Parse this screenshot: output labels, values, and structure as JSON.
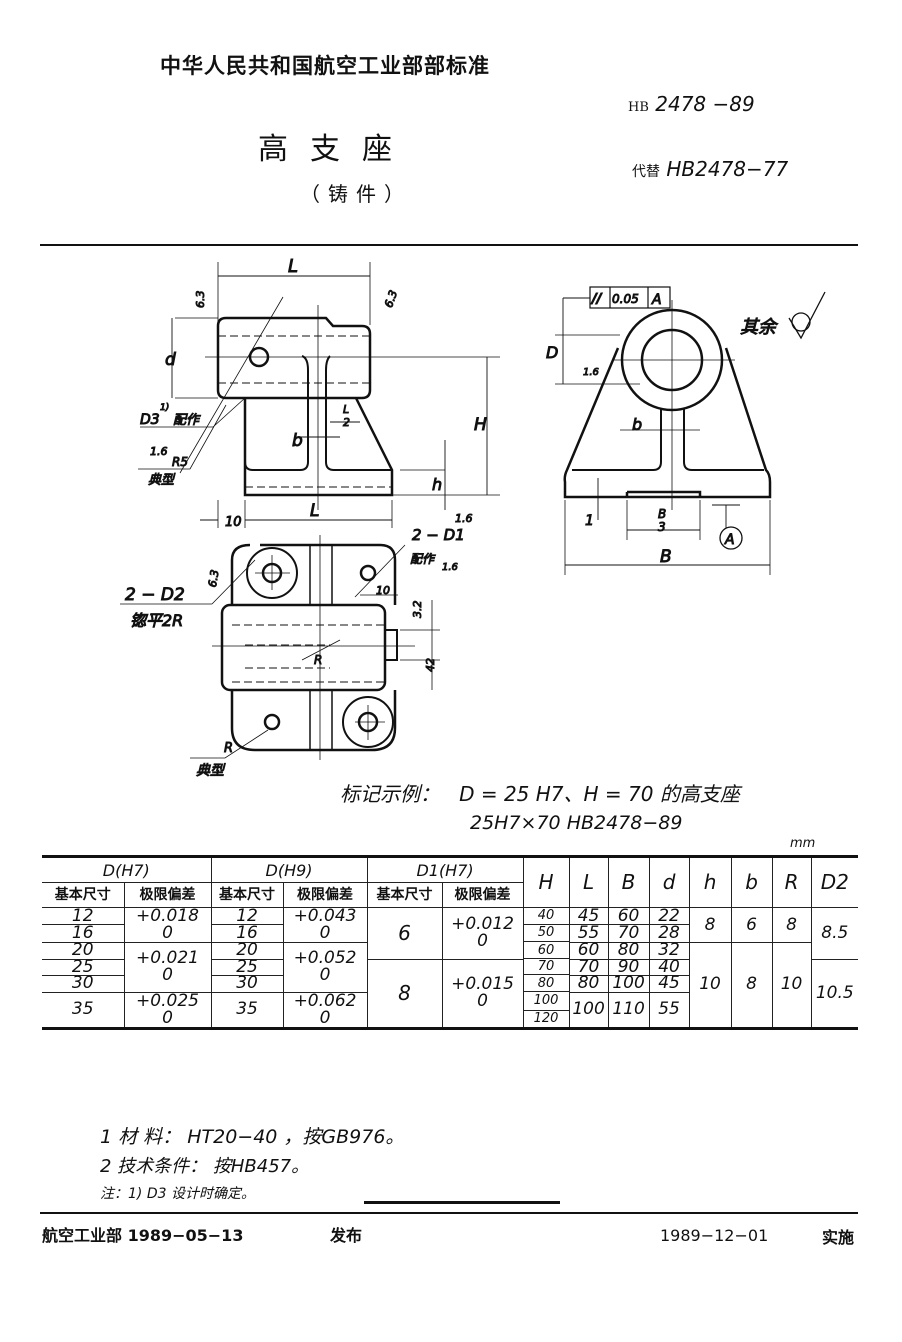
{
  "header": {
    "organization": "中华人民共和国航空工业部部标准",
    "code_prefix": "HB",
    "code_number": "2478 −89",
    "title": "高支座",
    "subtitle": "（铸件）",
    "replaces_prefix": "代替",
    "replaces_code": "HB2478−77"
  },
  "drawing": {
    "side": {
      "L_top": "L",
      "L_bottom": "L",
      "d": "d",
      "H": "H",
      "h": "h",
      "b": "b",
      "L_half_num": "L",
      "L_half_den": "2",
      "dim_10": "10",
      "rough_63_a": "6.3",
      "rough_63_b": "6.3",
      "rough_16": "1.6",
      "D3_label": "D3",
      "D3_note": "1)",
      "D3_fit": "配作",
      "D3_rough": "1.6",
      "R5": "R5",
      "typical": "典型"
    },
    "front": {
      "tol_symbol": "//",
      "tol_value": "0.05",
      "tol_datum": "A",
      "D": "D",
      "rough_16": "1.6",
      "b": "b",
      "one": "1",
      "B3_num": "B",
      "B3_den": "3",
      "B": "B",
      "datum": "A",
      "rest_label": "其余"
    },
    "top": {
      "D1_label": "2 − D1",
      "D1_fit": "配作",
      "D1_rough": "1.6",
      "dim_10": "10",
      "D2_label": "2 − D2",
      "D2_spotface": "锪平2R",
      "rough_63": "6.3",
      "rough_32": "3.2",
      "dim_42": "42",
      "R_inner": "R",
      "R_typ": "R",
      "typical": "典型"
    }
  },
  "example": {
    "label": "标记示例：",
    "text": "D = 25 H7、H = 70 的高支座",
    "designation": "25H7×70   HB2478−89"
  },
  "table": {
    "unit": "mm",
    "headers": {
      "D_H7": "D(H7)",
      "D_H9": "D(H9)",
      "D1_H7": "D1(H7)",
      "basic": "基本尺寸",
      "deviation": "极限偏差",
      "H": "H",
      "L": "L",
      "B": "B",
      "d": "d",
      "h": "h",
      "b": "b",
      "R": "R",
      "D2": "D2"
    },
    "D_H7_basic": [
      "12",
      "16",
      "20",
      "25",
      "30",
      "35"
    ],
    "D_H7_dev": [
      [
        "+0.018",
        "0"
      ],
      [
        "+0.021",
        "0"
      ],
      [
        "+0.025",
        "0"
      ]
    ],
    "D_H9_basic": [
      "12",
      "16",
      "20",
      "25",
      "30",
      "35"
    ],
    "D_H9_dev": [
      [
        "+0.043",
        "0"
      ],
      [
        "+0.052",
        "0"
      ],
      [
        "+0.062",
        "0"
      ]
    ],
    "D1_basic": [
      "6",
      "8"
    ],
    "D1_dev": [
      [
        "+0.012",
        "0"
      ],
      [
        "+0.015",
        "0"
      ]
    ],
    "H": [
      "40",
      "50",
      "60",
      "70",
      "80",
      "100",
      "120"
    ],
    "L": [
      "45",
      "55",
      "60",
      "70",
      "80",
      "100"
    ],
    "B": [
      "60",
      "70",
      "80",
      "90",
      "100",
      "110"
    ],
    "d": [
      "22",
      "28",
      "32",
      "40",
      "45",
      "55"
    ],
    "h": [
      "8",
      "10"
    ],
    "b": [
      "6",
      "8"
    ],
    "R": [
      "8",
      "10"
    ],
    "D2": [
      "8.5",
      "10.5"
    ]
  },
  "notes": {
    "n1": "1  材    料：  HT20−40 ，按GB976。",
    "n2": "2  技术条件：  按HB457。",
    "n3": "注：1) D3 设计时确定。"
  },
  "footer": {
    "issuer": "航空工业部 1989−05−13",
    "issued": "发布",
    "effective_date": "1989−12−01",
    "effective": "实施"
  }
}
